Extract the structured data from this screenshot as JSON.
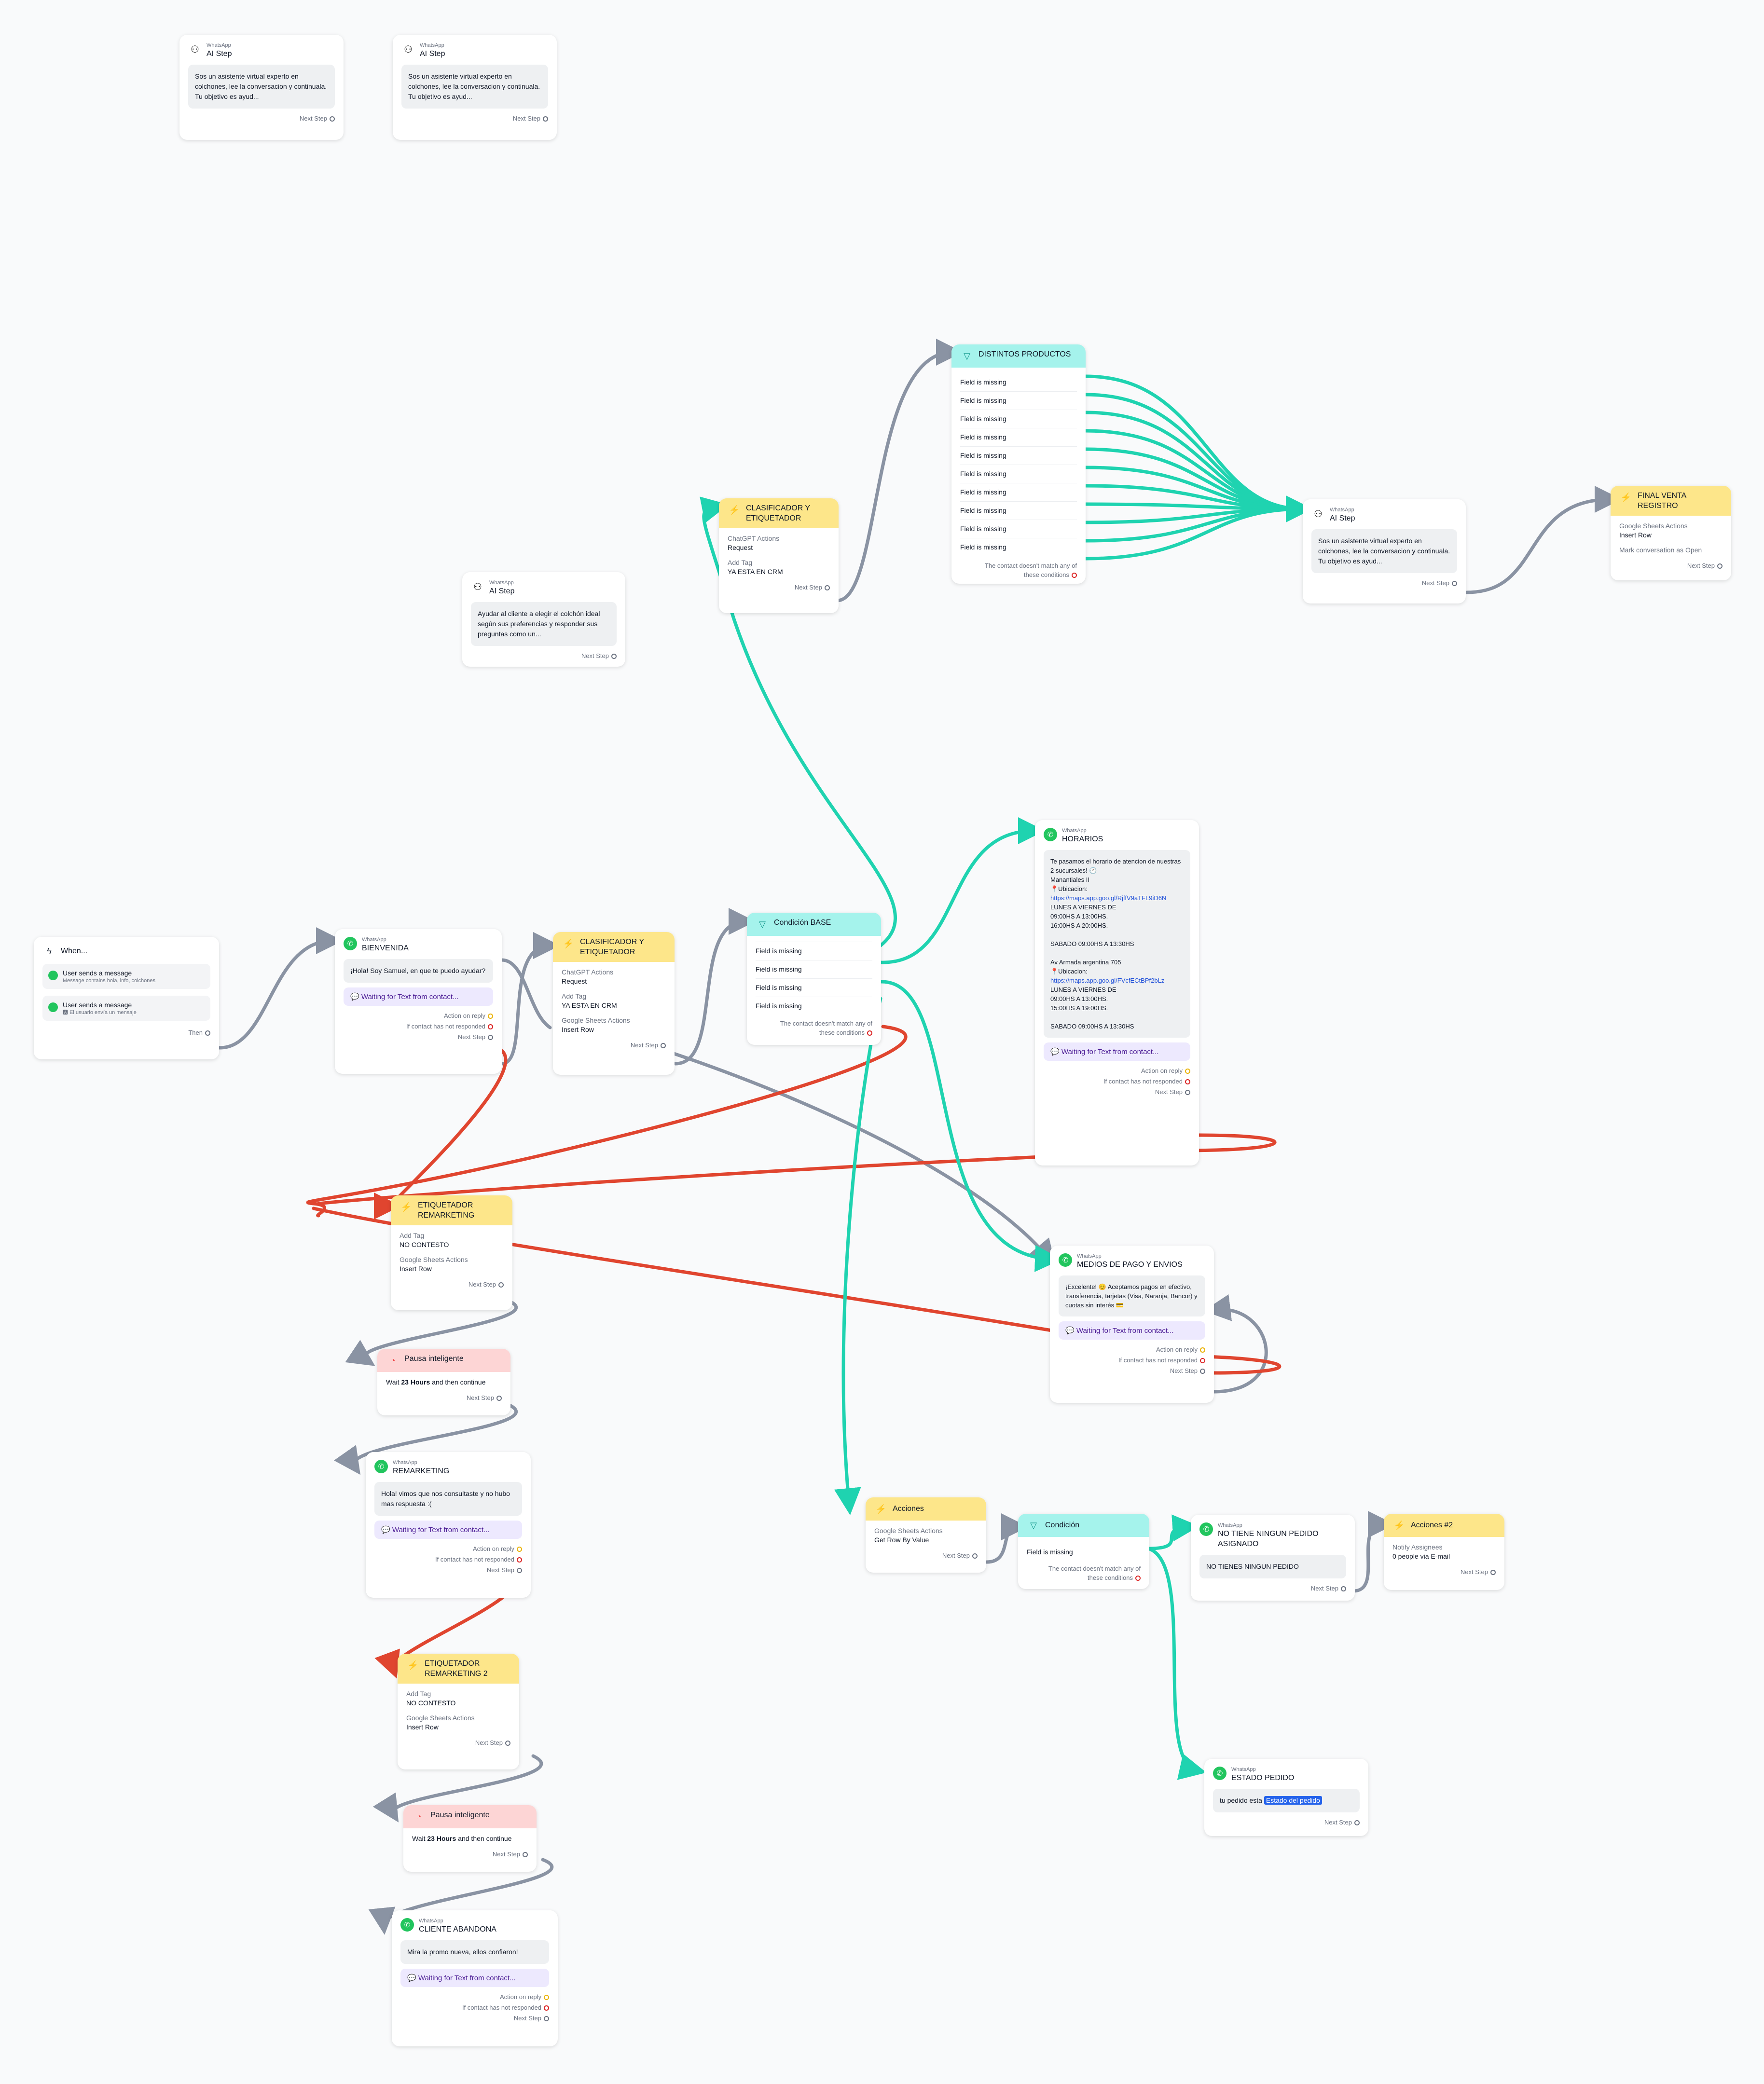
{
  "common": {
    "whatsapp": "WhatsApp",
    "ai_step": "AI Step",
    "next_step": "Next Step",
    "then": "Then",
    "action_on_reply": "Action on reply",
    "not_responded": "If contact has not responded",
    "waiting": "Waiting for Text from contact...",
    "field_missing": "Field is missing",
    "no_match": "The contact doesn't match any of these conditions",
    "ai_prompt": "Sos un asistente virtual experto en colchones, lee la conversacion y continuala.\nTu objetivo es ayud..."
  },
  "ai_step_3": {
    "prompt": "Ayudar al cliente a elegir el colchón ideal según sus preferencias y responder sus preguntas como un..."
  },
  "trigger": {
    "title": "When...",
    "items": [
      {
        "label": "User sends a message",
        "detail": "Message contains hola, info, colchones"
      },
      {
        "label": "User sends a message",
        "detail": "🅰 El usuario envía un mensaje"
      }
    ]
  },
  "bienvenida": {
    "title": "BIENVENIDA",
    "text": "¡Hola! Soy Samuel, en que te puedo ayudar?"
  },
  "clasif_1": {
    "title": "CLASIFICADOR Y ETIQUETADOR",
    "l1": "ChatGPT Actions",
    "v1": "Request",
    "l2": "Add Tag",
    "v2": "YA ESTA EN CRM"
  },
  "clasif_2": {
    "title": "CLASIFICADOR Y ETIQUETADOR",
    "l1": "ChatGPT Actions",
    "v1": "Request",
    "l2": "Add Tag",
    "v2": "YA ESTA EN CRM",
    "l3": "Google Sheets Actions",
    "v3": "Insert Row"
  },
  "distintos": {
    "title": "DISTINTOS PRODUCTOS"
  },
  "final_venta": {
    "title": "FINAL VENTA REGISTRO",
    "l1": "Google Sheets Actions",
    "v1": "Insert Row",
    "l2": "Mark conversation as Open"
  },
  "condicion_base": {
    "title": "Condición BASE"
  },
  "horarios": {
    "title": "HORARIOS",
    "text": "Te pasamos el horario de atencion de nuestras 2 sucursales! 🕐\nManantiales II\n📍Ubicacion:",
    "link1": "https://maps.app.goo.gl/RjffV9aTFL9iD6N",
    "text2": "\nLUNES A VIERNES DE\n09:00HS A 13:00HS.\n16:00HS A 20:00HS.\n\nSABADO 09:00HS A 13:30HS\n\nAv Armada argentina 705\n📍Ubicacion:",
    "link2": "https://maps.app.goo.gl/FVcfECtBPf2bLz",
    "text3": "\nLUNES A VIERNES DE\n09:00HS A 13:00HS.\n15:00HS A 19:00HS.\n\nSABADO 09:00HS A 13:30HS"
  },
  "medios": {
    "title": "MEDIOS DE PAGO Y ENVIOS",
    "text": "¡Excelente! 😊 Aceptamos pagos en efectivo, transferencia, tarjetas (Visa, Naranja, Bancor) y cuotas sin interés 💳"
  },
  "etiq_1": {
    "title": "ETIQUETADOR REMARKETING",
    "l1": "Add Tag",
    "v1": "NO CONTESTO",
    "l2": "Google Sheets Actions",
    "v2": "Insert Row"
  },
  "pausa_1": {
    "title": "Pausa inteligente",
    "pre": "Wait ",
    "bold": "23 Hours",
    "post": " and then continue"
  },
  "remarketing": {
    "title": "REMARKETING",
    "text": "Hola! vimos que nos consultaste y no hubo mas respuesta :("
  },
  "etiq_2": {
    "title": "ETIQUETADOR REMARKETING 2",
    "l1": "Add Tag",
    "v1": "NO CONTESTO",
    "l2": "Google Sheets Actions",
    "v2": "Insert Row"
  },
  "pausa_2": {
    "title": "Pausa inteligente",
    "pre": "Wait ",
    "bold": "23 Hours",
    "post": " and then continue"
  },
  "abandona": {
    "title": "CLIENTE ABANDONA",
    "text": "Mira la promo nueva, ellos confiaron!"
  },
  "acciones": {
    "title": "Acciones",
    "l1": "Google Sheets Actions",
    "v1": "Get Row By Value"
  },
  "condicion": {
    "title": "Condición"
  },
  "no_tiene": {
    "title": "NO TIENE NINGUN PEDIDO ASIGNADO",
    "text": "NO TIENES NINGUN PEDIDO"
  },
  "acciones_2": {
    "title": "Acciones #2",
    "l1": "Notify Assignees",
    "v1": "0 people via E-mail"
  },
  "estado": {
    "title": "ESTADO PEDIDO",
    "text": "tu pedido esta ",
    "var": "Estado del pedido"
  },
  "colors": {
    "gray_edge": "#8a93a3",
    "green_edge": "#1fd3b0",
    "red_edge": "#e0452f"
  }
}
